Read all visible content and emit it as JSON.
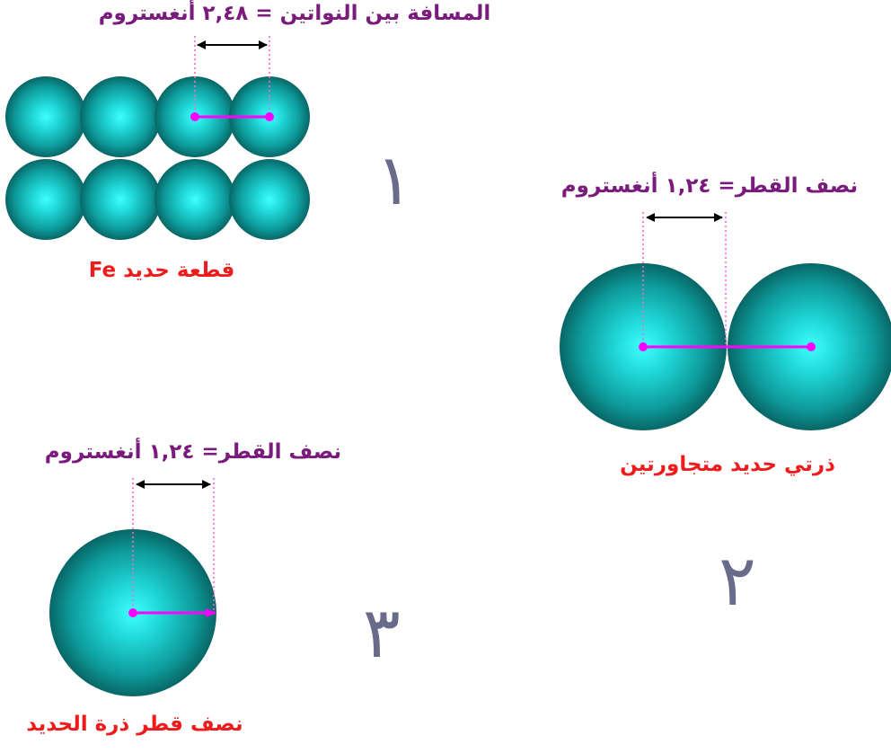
{
  "panel1": {
    "label_distance": "المسافة بين النواتين = ٢,٤٨ أنغستروم",
    "caption": "قطعة حديد Fe",
    "number": "١"
  },
  "panel2": {
    "label_radius": "نصف القطر= ١,٢٤ أنغستروم",
    "caption": "ذرتي حديد متجاورتين",
    "number": "٢"
  },
  "panel3": {
    "label_radius": "نصف القطر= ١,٢٤ أنغستروم",
    "caption": "نصف قطر ذرة الحديد",
    "number": "٣"
  },
  "colors": {
    "atom_center": "#33ffff",
    "atom_edge": "#0a6e6e",
    "marker": "#ff00ff",
    "label_purple": "#7a1a7c",
    "label_red": "#ee1c1c"
  }
}
